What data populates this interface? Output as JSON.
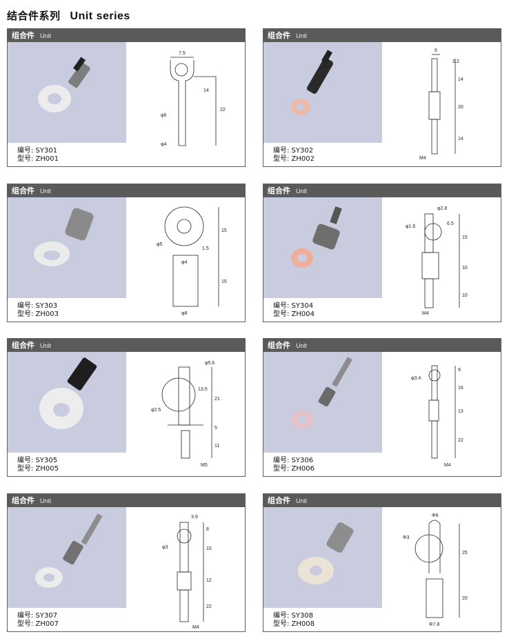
{
  "title": {
    "cn": "结合件系列",
    "en": "Unit series"
  },
  "header_label": {
    "cn": "组合件",
    "en": "Unit"
  },
  "cards": [
    {
      "code_label": "编号: SY301",
      "model_label": "型号: ZH001",
      "dims": [
        "7.5",
        "14",
        "22",
        "φ6",
        "φ4"
      ]
    },
    {
      "code_label": "编号: SY302",
      "model_label": "型号: ZH002",
      "dims": [
        "6",
        "2.2",
        "14",
        "20",
        "14",
        "M4"
      ]
    },
    {
      "code_label": "编号: SY303",
      "model_label": "型号: ZH003",
      "dims": [
        "φ5",
        "15",
        "1.5",
        "φ4",
        "15",
        "φ8"
      ]
    },
    {
      "code_label": "编号: SY304",
      "model_label": "型号: ZH004",
      "dims": [
        "φ2.8",
        "φ1.6",
        "6.5",
        "15",
        "10",
        "10",
        "M4"
      ]
    },
    {
      "code_label": "编号: SY305",
      "model_label": "型号: ZH005",
      "dims": [
        "φ5.6",
        "13.5",
        "21",
        "φ2.5",
        "5",
        "11",
        "M5"
      ]
    },
    {
      "code_label": "编号: SY306",
      "model_label": "型号: ZH006",
      "dims": [
        "φ3.4",
        "9",
        "16",
        "13",
        "22",
        "M4"
      ]
    },
    {
      "code_label": "编号: SY307",
      "model_label": "型号: ZH007",
      "dims": [
        "3.9",
        "8",
        "φ3",
        "10",
        "12",
        "22",
        "M4"
      ]
    },
    {
      "code_label": "编号: SY308",
      "model_label": "型号: ZH008",
      "dims": [
        "Φ6",
        "Φ3",
        "25",
        "20",
        "Φ7.8"
      ]
    }
  ]
}
